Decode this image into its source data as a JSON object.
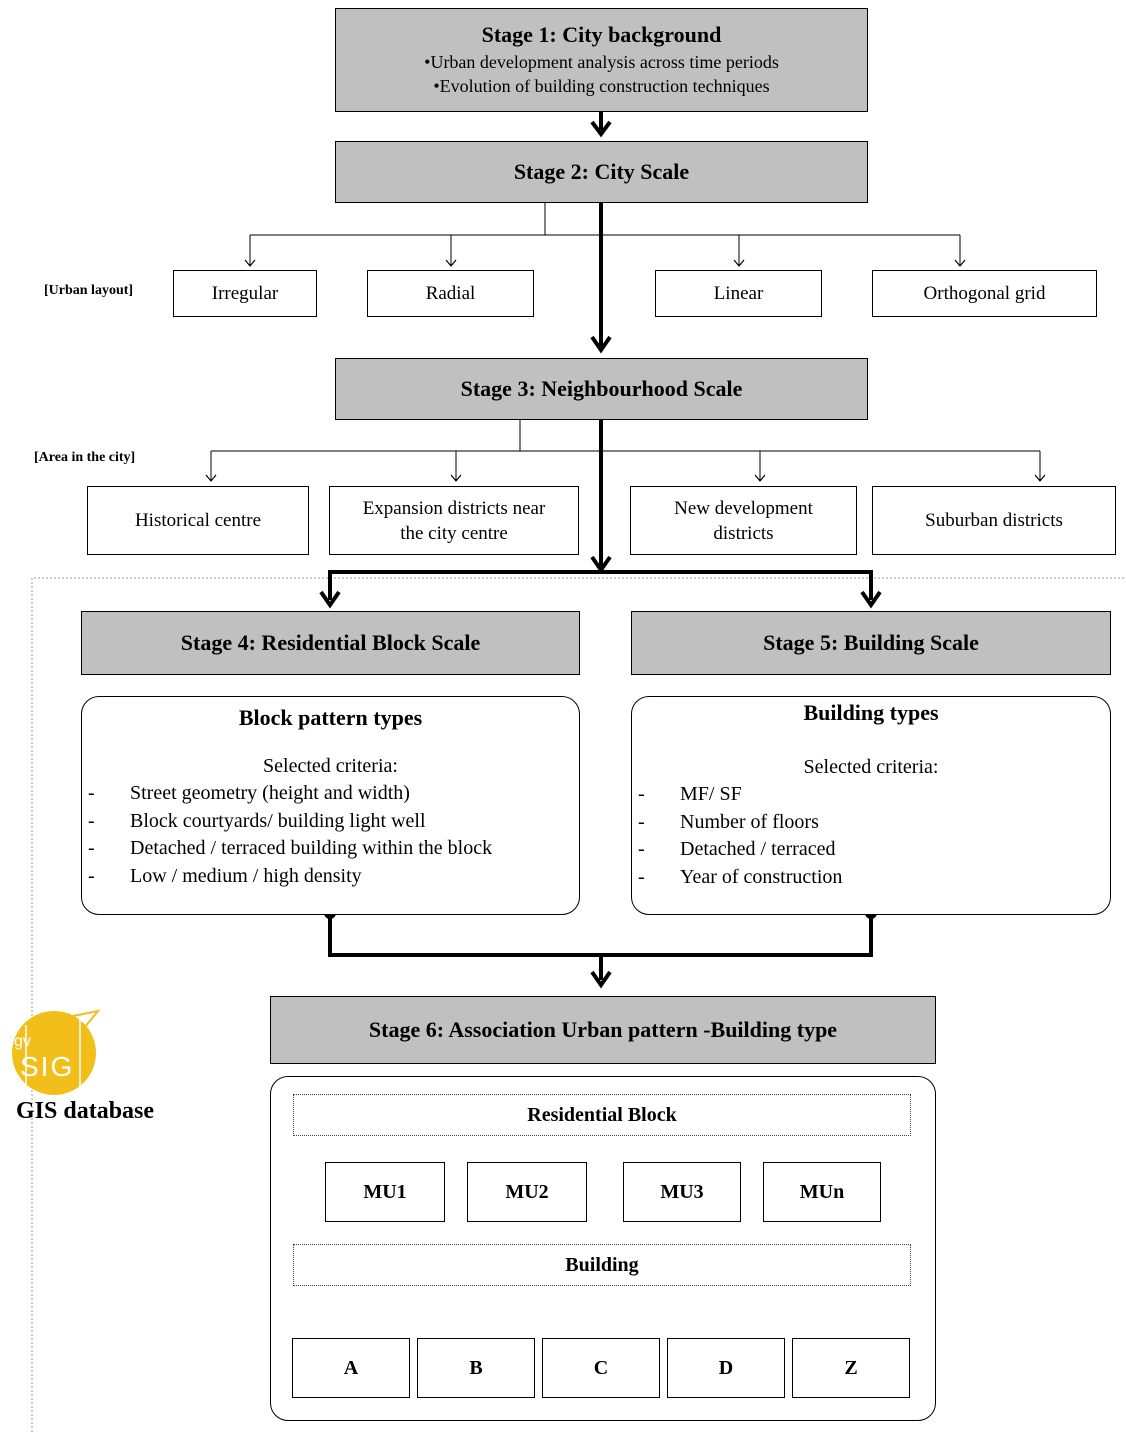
{
  "stage1": {
    "title": "Stage 1: City background",
    "bullets": [
      "•Urban development analysis across time periods",
      "•Evolution of building construction techniques"
    ]
  },
  "stage2": {
    "title": "Stage 2: City Scale",
    "tag": "[Urban layout]",
    "options": [
      "Irregular",
      "Radial",
      "Linear",
      "Orthogonal grid"
    ]
  },
  "stage3": {
    "title": "Stage 3: Neighbourhood Scale",
    "tag": "[Area in the city]",
    "options": [
      "Historical centre",
      "Expansion districts near the city centre",
      "New development districts",
      "Suburban districts"
    ]
  },
  "stage4": {
    "title": "Stage 4: Residential Block Scale",
    "panel_title": "Block pattern types",
    "criteria_title": "Selected criteria:",
    "criteria": [
      "Street geometry (height and width)",
      "Block courtyards/ building light well",
      "Detached / terraced building within the block",
      "Low / medium / high density"
    ]
  },
  "stage5": {
    "title": "Stage 5: Building Scale",
    "panel_title": "Building types",
    "criteria_title": "Selected criteria:",
    "criteria": [
      "MF/ SF",
      "Number of floors",
      "Detached / terraced",
      "Year of construction"
    ]
  },
  "stage6": {
    "title": "Stage 6: Association Urban pattern -Building type"
  },
  "gis": {
    "logo_text_top": "gv",
    "logo_text": "SIG",
    "label": "GIS database"
  },
  "model": {
    "residential_block": "Residential Block",
    "building": "Building",
    "mus": [
      "MU1",
      "MU2",
      "MU3",
      "MUn"
    ],
    "types": [
      "A",
      "B",
      "C",
      "D",
      "Z"
    ]
  },
  "dash": "-",
  "colors": {
    "stage_fill": "#c0c0c0",
    "logo_yellow": "#f2bf1a",
    "logo_blue": "#3f78b8"
  }
}
